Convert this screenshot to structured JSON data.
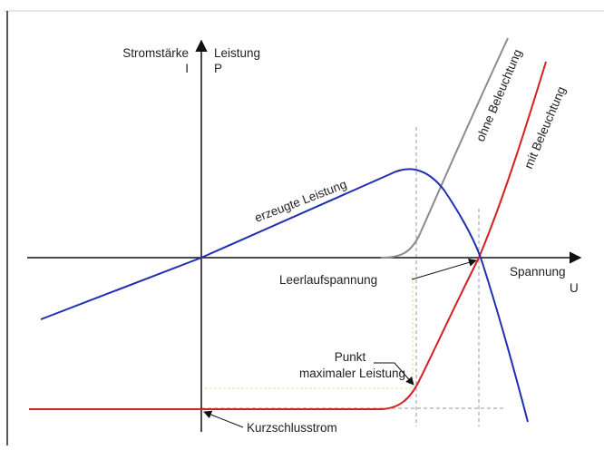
{
  "diagram": {
    "y_axis_label_current": "Stromstärke",
    "y_axis_symbol_current": "I",
    "y_axis_label_power": "Leistung",
    "y_axis_symbol_power": "P",
    "x_axis_label": "Spannung",
    "x_axis_symbol": "U",
    "curve_without_light": "ohne Beleuchtung",
    "curve_with_light": "mit Beleuchtung",
    "curve_power": "erzeugte Leistung",
    "label_open_circuit": "Leerlaufspannung",
    "label_mpp_line1": "Punkt",
    "label_mpp_line2": "maximaler Leistung",
    "label_short_circuit": "Kurzschlusstrom"
  },
  "colors": {
    "axis": "#111111",
    "curve_without_light": "#8c8c8c",
    "curve_with_light": "#d42020",
    "curve_power": "#1f2fb0",
    "guide_dashed": "#9a9a9a",
    "guide_yellow": "#e8e08a"
  }
}
